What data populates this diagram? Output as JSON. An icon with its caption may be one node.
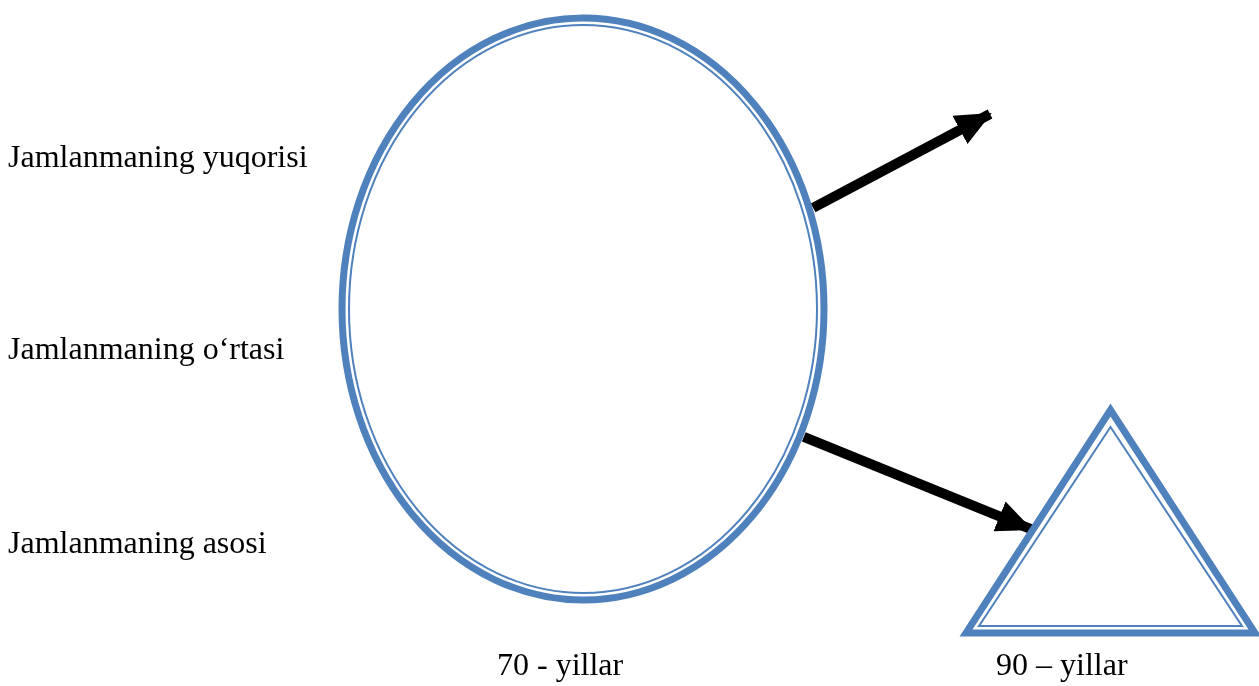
{
  "diagram": {
    "nodes": [
      {
        "text": [],
        "shape": "circle",
        "beside": [
          "70 - yillar"
        ]
      },
      {
        "text": [],
        "shape": "triangle",
        "beside": [
          "90 – yillar"
        ]
      }
    ],
    "edges": [
      {
        "from": 0,
        "to": null,
        "arrow": "to"
      },
      {
        "from": 0,
        "to": 1,
        "arrow": "to"
      }
    ],
    "labels": [
      "Jamlanmaning yuqorisi",
      "Jamlanmaning o‘rtasi",
      "Jamlanmaning asosi"
    ]
  }
}
